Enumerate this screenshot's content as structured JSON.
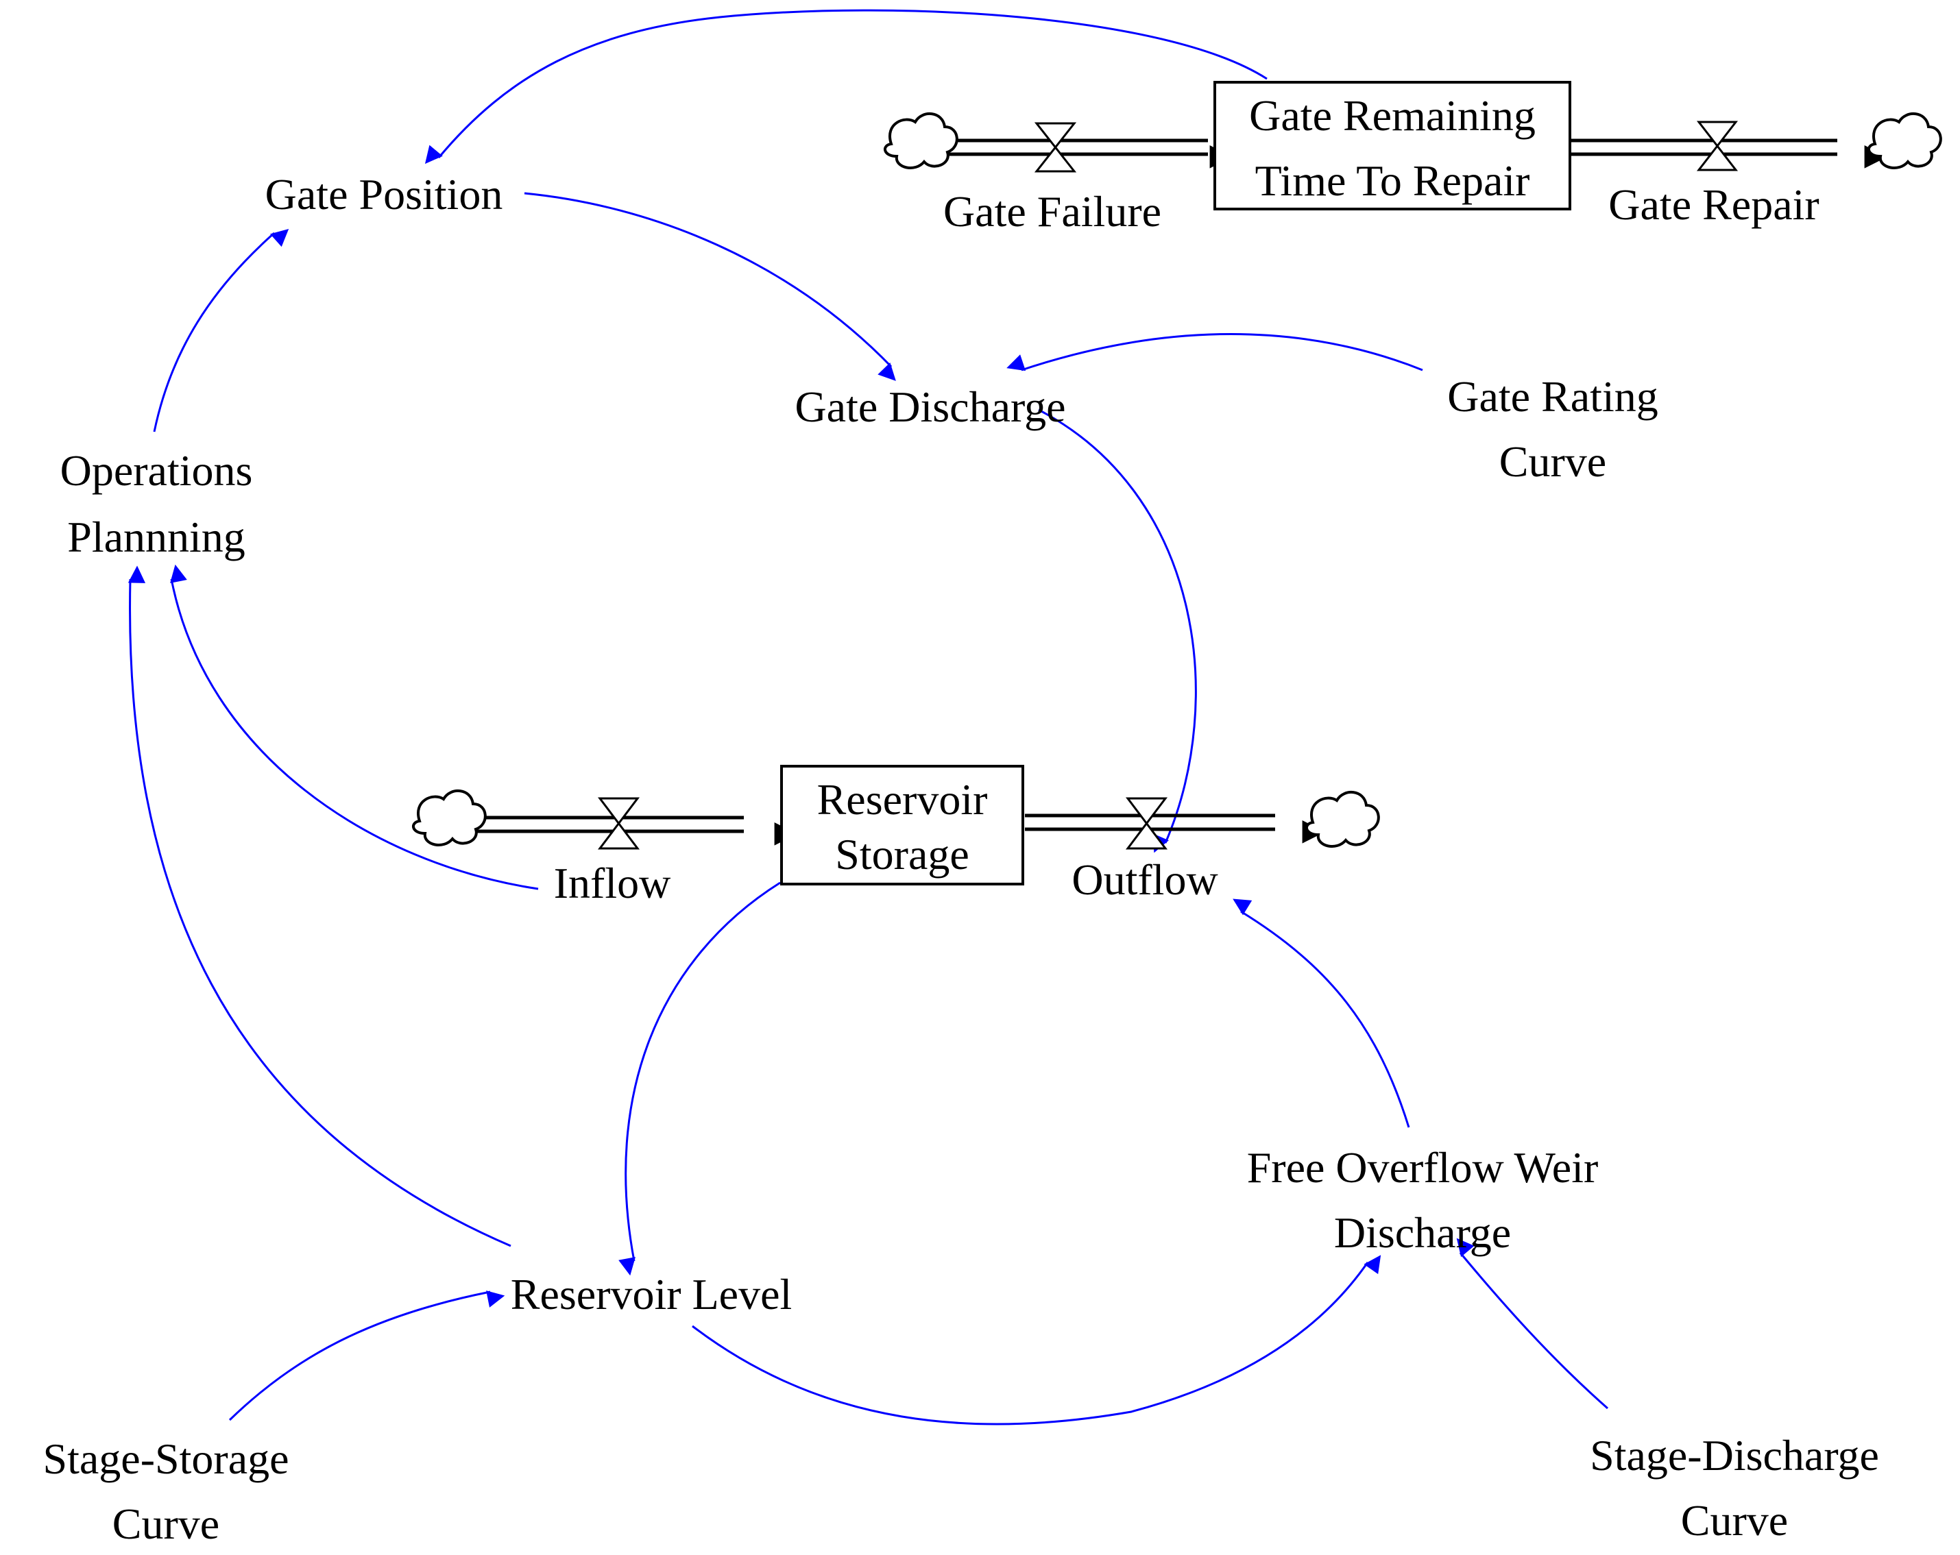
{
  "diagram": {
    "stocks": {
      "gate_remaining": [
        "Gate Remaining",
        "Time To Repair"
      ],
      "reservoir_storage": [
        "Reservoir",
        "Storage"
      ]
    },
    "flows": {
      "gate_failure": "Gate Failure",
      "gate_repair": "Gate Repair",
      "inflow": "Inflow",
      "outflow": "Outflow"
    },
    "variables": {
      "gate_position": "Gate Position",
      "gate_discharge": "Gate Discharge",
      "gate_rating_curve": [
        "Gate Rating",
        "Curve"
      ],
      "operations_planning": [
        "Operations",
        "Plannning"
      ],
      "free_overflow_weir": [
        "Free Overflow Weir",
        "Discharge"
      ],
      "reservoir_level": "Reservoir Level",
      "stage_storage_curve": [
        "Stage-Storage",
        "Curve"
      ],
      "stage_discharge_curve": [
        "Stage-Discharge",
        "Curve"
      ]
    },
    "colors": {
      "link": "#0000ff",
      "flow": "#000000",
      "text": "#000000",
      "background": "#ffffff"
    }
  }
}
